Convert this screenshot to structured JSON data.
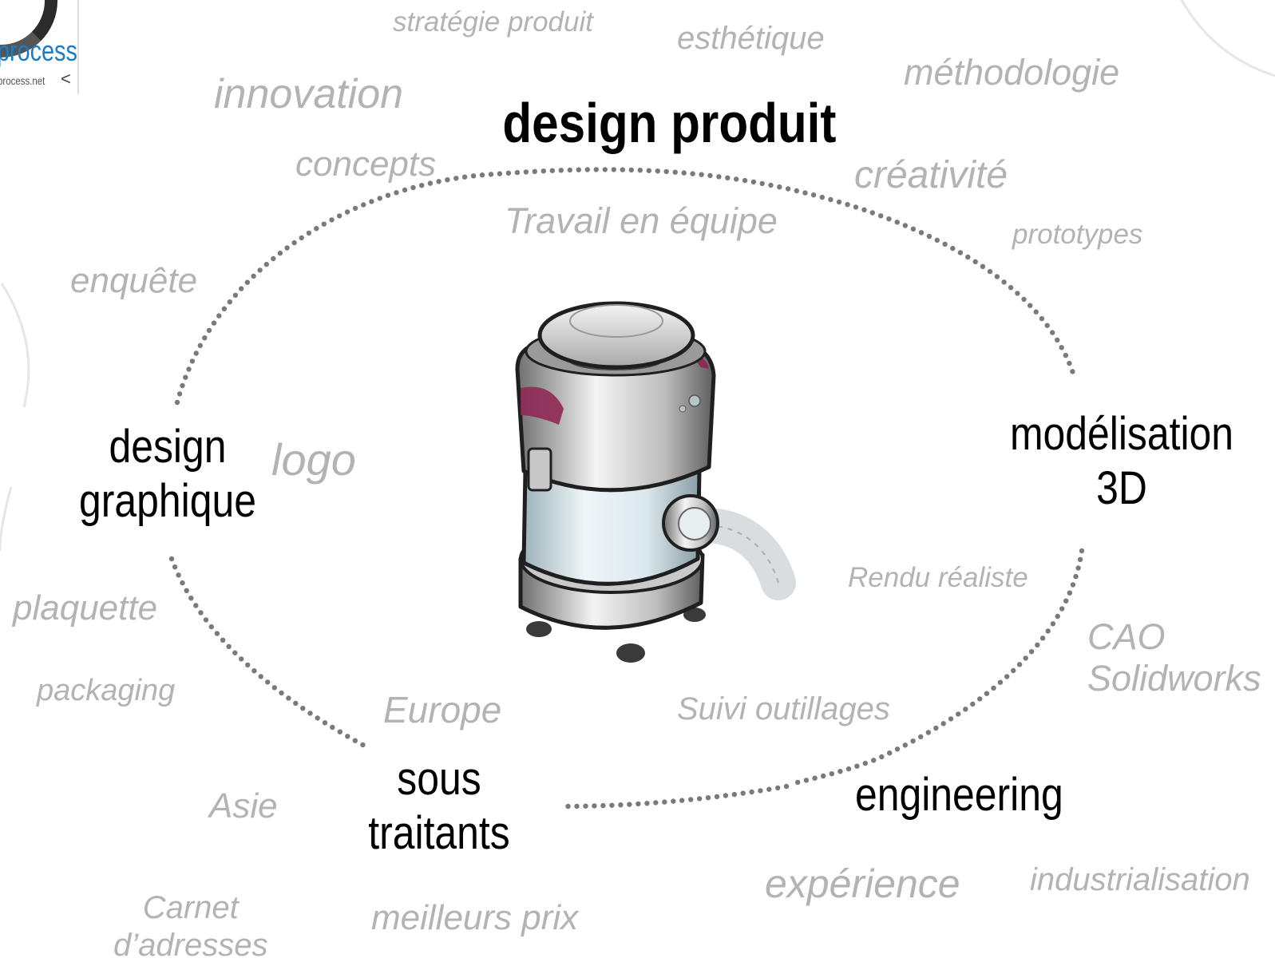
{
  "brand": {
    "name": "process",
    "url": "process.net",
    "chevron": "<"
  },
  "title": "design produit",
  "nodes": {
    "graphic": [
      "design",
      "graphique"
    ],
    "modeling": [
      "modélisation",
      "3D"
    ],
    "engineering": [
      "engineering"
    ],
    "subcontractors": [
      "sous",
      "traitants"
    ]
  },
  "keywords": {
    "strategie": "stratégie produit",
    "esthetique": "esthétique",
    "methodologie": "méthodologie",
    "innovation": "innovation",
    "concepts": "concepts",
    "creativite": "créativité",
    "travail": "Travail en équipe",
    "prototypes": "prototypes",
    "enquete": "enquête",
    "logo": "logo",
    "rendu": "Rendu réaliste",
    "plaquette": "plaquette",
    "cao": [
      "CAO",
      "Solidworks"
    ],
    "packaging": "packaging",
    "europe": "Europe",
    "suivi": "Suivi outillages",
    "asie": "Asie",
    "experience": "expérience",
    "industrialisation": "industrialisation",
    "carnet": [
      "Carnet",
      "d’adresses"
    ],
    "prix": "meilleurs prix"
  },
  "colors": {
    "keyword": "#b3b3b3",
    "main": "#000000",
    "dots": "#7a7a7a",
    "brand": "#1a7cc4",
    "accent": "#8e2a55"
  }
}
